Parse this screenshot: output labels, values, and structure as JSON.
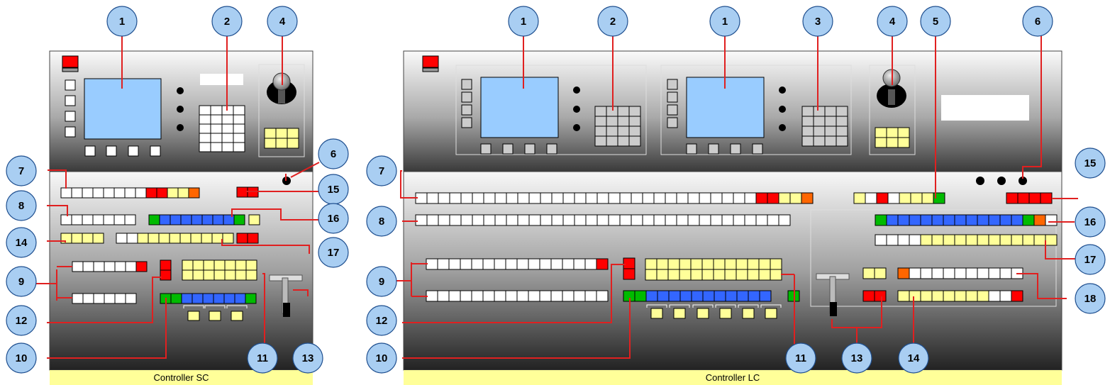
{
  "controllers": {
    "sc": {
      "label": "Controller SC"
    },
    "lc": {
      "label": "Controller LC"
    }
  },
  "callouts": {
    "c1": "1",
    "c2": "2",
    "c3": "3",
    "c4": "4",
    "c5": "5",
    "c6": "6",
    "c7": "7",
    "c8": "8",
    "c9": "9",
    "c10": "10",
    "c11": "11",
    "c12": "12",
    "c13": "13",
    "c14": "14",
    "c15": "15",
    "c16": "16",
    "c17": "17",
    "c18": "18"
  },
  "colors": {
    "callout_fill": "#a9cef2",
    "callout_stroke": "#1f4f8f",
    "leader_line": "#e02020",
    "panel_top": "#ffffff",
    "panel_bottom": "#202020",
    "caption_bar": "#ffff99",
    "key_white": "#ffffff",
    "key_yellow": "#ffff99",
    "key_red": "#ff0000",
    "key_orange": "#ff6600",
    "key_green": "#00bb00",
    "key_blue": "#3366ff",
    "key_grey": "#cccccc",
    "screen": "#99ccff"
  }
}
